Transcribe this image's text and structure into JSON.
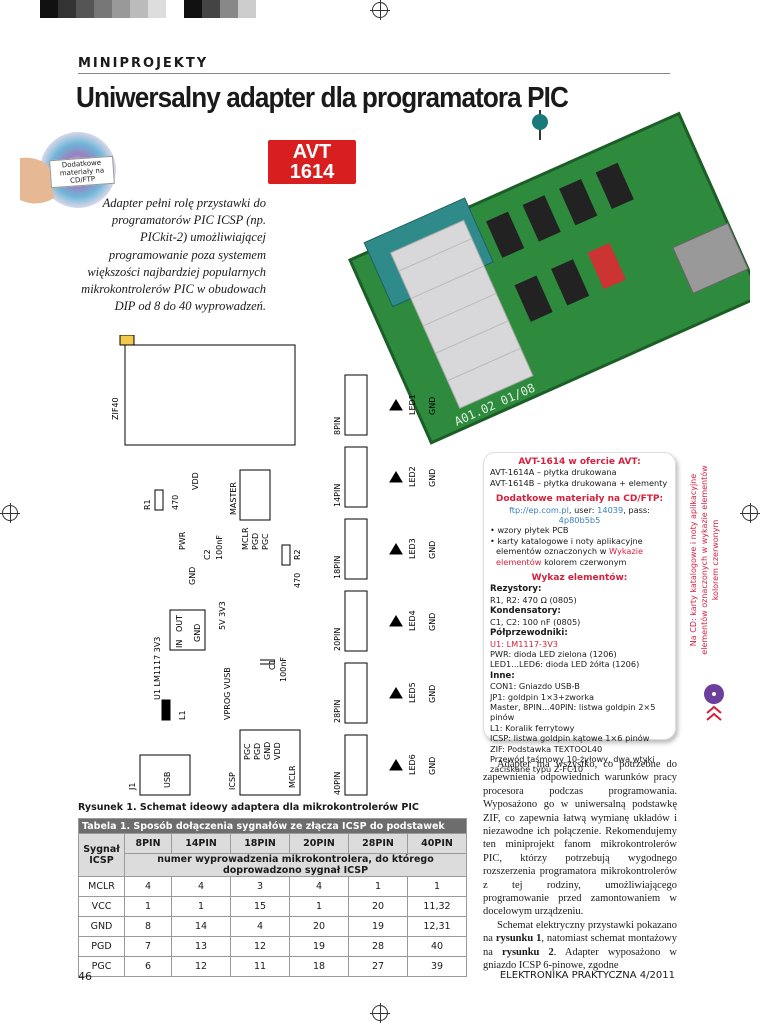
{
  "section": "MINIPROJEKTY",
  "title": "Uniwersalny adapter dla programatora PIC",
  "cd_label": "Dodatkowe materiały na CD/FTP",
  "badge": {
    "line1": "AVT",
    "line2": "1614"
  },
  "intro": "Adapter pełni rolę przystawki do programatorów PIC ICSP (np. PICkit-2) umożliwiającej programowanie poza systemem większości najbardziej popularnych mikrokontrolerów PIC w obudowach DIP od 8 do 40 wyprowadzeń.",
  "board_label": "A01.02 01/08",
  "schematic": {
    "zif": "ZIF40",
    "u1": "U1 LM1117 3V3",
    "u1_pins": [
      "IN",
      "OUT",
      "GND"
    ],
    "r1": "R1",
    "r1_val": "470",
    "pwr": "PWR",
    "c2": "C2",
    "c2_val": "100nF",
    "master": "MASTER",
    "master_pins": [
      "MCLR",
      "PGD",
      "PGC"
    ],
    "r2": "R2",
    "r2_val": "470",
    "c1": "C1",
    "c1_val": "100nF",
    "l1": "L1",
    "j1": "J1",
    "usb": "USB",
    "icsp": "ICSP",
    "icsp_pins": [
      "PGC",
      "PGD",
      "GND",
      "VDD",
      "MCLR"
    ],
    "vprog": "VPROG VUSB",
    "v5": "5V 3V3",
    "vdd": "VDD",
    "gnd": "GND",
    "connectors": [
      {
        "name": "8PIN",
        "led": "LED1"
      },
      {
        "name": "14PIN",
        "led": "LED2"
      },
      {
        "name": "18PIN",
        "led": "LED3"
      },
      {
        "name": "20PIN",
        "led": "LED4"
      },
      {
        "name": "28PIN",
        "led": "LED5"
      },
      {
        "name": "40PIN",
        "led": "LED6"
      }
    ]
  },
  "caption": "Rysunek 1. Schemat ideowy adaptera dla mikrokontrolerów PIC",
  "table": {
    "title": "Tabela 1. Sposób dołączenia sygnałów ze złącza ICSP do podstawek",
    "corner": "Sygnał ICSP",
    "columns": [
      "8PIN",
      "14PIN",
      "18PIN",
      "20PIN",
      "28PIN",
      "40PIN"
    ],
    "subheader": "numer wyprowadzenia mikrokontrolera, do którego doprowadzono sygnał ICSP",
    "rows": [
      {
        "label": "MCLR",
        "values": [
          "4",
          "4",
          "3",
          "4",
          "1",
          "1"
        ]
      },
      {
        "label": "VCC",
        "values": [
          "1",
          "1",
          "15",
          "1",
          "20",
          "11,32"
        ]
      },
      {
        "label": "GND",
        "values": [
          "8",
          "14",
          "4",
          "20",
          "19",
          "12,31"
        ]
      },
      {
        "label": "PGD",
        "values": [
          "7",
          "13",
          "12",
          "19",
          "28",
          "40"
        ]
      },
      {
        "label": "PGC",
        "values": [
          "6",
          "12",
          "11",
          "18",
          "27",
          "39"
        ]
      }
    ]
  },
  "box": {
    "offer_title": "AVT-1614 w ofercie AVT:",
    "offer": [
      "AVT-1614A – płytka drukowana",
      "AVT-1614B – płytka drukowana + elementy"
    ],
    "cd_title": "Dodatkowe materiały na CD/FTP:",
    "ftp": "ftp://ep.com.pl",
    "user_label": ", user: ",
    "user": "14039",
    "pass_label": ", pass: ",
    "pass": "4p80b5b5",
    "bullet1": "wzory płytek PCB",
    "bullet2a": "karty katalogowe i noty aplikacyjne elementów oznaczonych w ",
    "bullet2b": "Wykazie elementów",
    "bullet2c": " kolorem czerwonym",
    "parts_title": "Wykaz elementów:",
    "groups": [
      {
        "h": "Rezystory:",
        "items": [
          "R1, R2: 470 Ω (0805)"
        ]
      },
      {
        "h": "Kondensatory:",
        "items": [
          "C1, C2: 100 nF (0805)"
        ]
      },
      {
        "h": "Półprzewodniki:",
        "red": "U1: LM1117-3V3",
        "items": [
          "PWR: dioda LED zielona (1206)",
          "LED1...LED6: dioda LED żółta (1206)"
        ]
      },
      {
        "h": "Inne:",
        "items": [
          "CON1: Gniazdo USB-B",
          "JP1: goldpin 1×3+zworka",
          "Master, 8PIN...40PIN: listwa goldpin 2×5 pinów",
          "L1: Koralik ferrytowy",
          "ICSP: listwa goldpin kątowe 1×6 pinów",
          "ZIF: Podstawka TEXTOOL40",
          "Przewód taśmowy 10-żyłowy, dwa wtyki zaciskane typu Z-FC10"
        ]
      }
    ]
  },
  "side_note": "Na CD: karty katalogowe i noty aplikacyjne elementów oznaczonych w wykazie elementów kolorem czerwonym",
  "body": {
    "p1": "Adapter ma wszystko, co potrzebne do zapewnienia odpowiednich warunków pracy procesora podczas programowania. Wyposażono go w uniwersalną podstawkę ZIF, co zapewnia łatwą wymianę układów i niezawodne ich połączenie. Rekomendujemy ten miniprojekt fanom mikrokontrolerów PIC, którzy potrzebują wygodnego rozszerzenia programatora mikrokontrolerów z tej rodziny, umożliwiającego programowanie przed zamontowaniem w docelowym urządzeniu.",
    "p2a": "Schemat elektryczny przystawki pokazano na ",
    "p2b": "rysunku 1",
    "p2c": ", natomiast schemat montażowy na ",
    "p2d": "rysunku 2",
    "p2e": ". Adapter wyposażono w gniazdo ICSP 6-pinowe, zgodne"
  },
  "footer": {
    "page": "46",
    "magazine": "ELEKTRONIKA PRAKTYCZNA 4/2011"
  }
}
